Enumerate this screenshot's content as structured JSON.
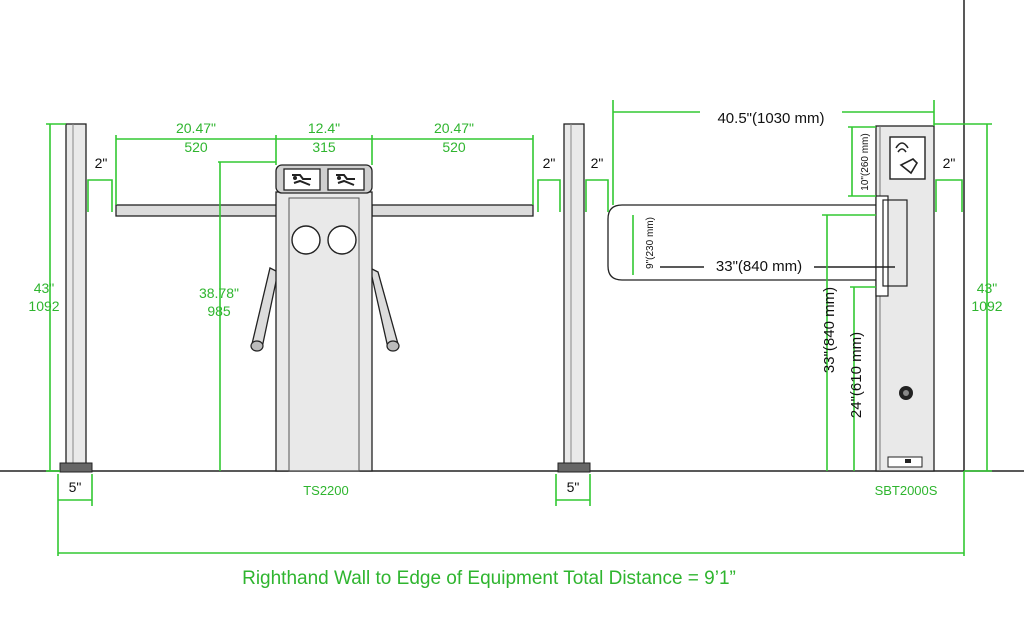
{
  "diagram": {
    "left_section": {
      "gap_left": {
        "imperial": "20.47\"",
        "metric": "520"
      },
      "cabinet_width": {
        "imperial": "12.4\"",
        "metric": "315"
      },
      "gap_right": {
        "imperial": "20.47\"",
        "metric": "520"
      },
      "post_height": {
        "imperial": "43\"",
        "metric": "1092"
      },
      "arm_height": {
        "imperial": "38.78\"",
        "metric": "985"
      },
      "arm_offset_left": "2\"",
      "arm_offset_right": "2\"",
      "post_base_left": "5\"",
      "post_base_right": "5\"",
      "model_label": "TS2200"
    },
    "right_section": {
      "overall_width": "40.5\"(1030 mm)",
      "barrier_length": "33\"(840 mm)",
      "barrier_height": "9\"(230 mm)",
      "head_height": "10\"(260 mm)",
      "barrier_elevation": "33\"(840 mm)",
      "panel_elevation": "24\"(610 mm)",
      "post_height_right": {
        "imperial": "43\"",
        "metric": "1092"
      },
      "arm_offset_left": "2\"",
      "arm_offset_right": "2\"",
      "model_label": "SBT2000S"
    },
    "caption": "Righthand Wall to Edge of Equipment Total Distance =  9’1”"
  }
}
